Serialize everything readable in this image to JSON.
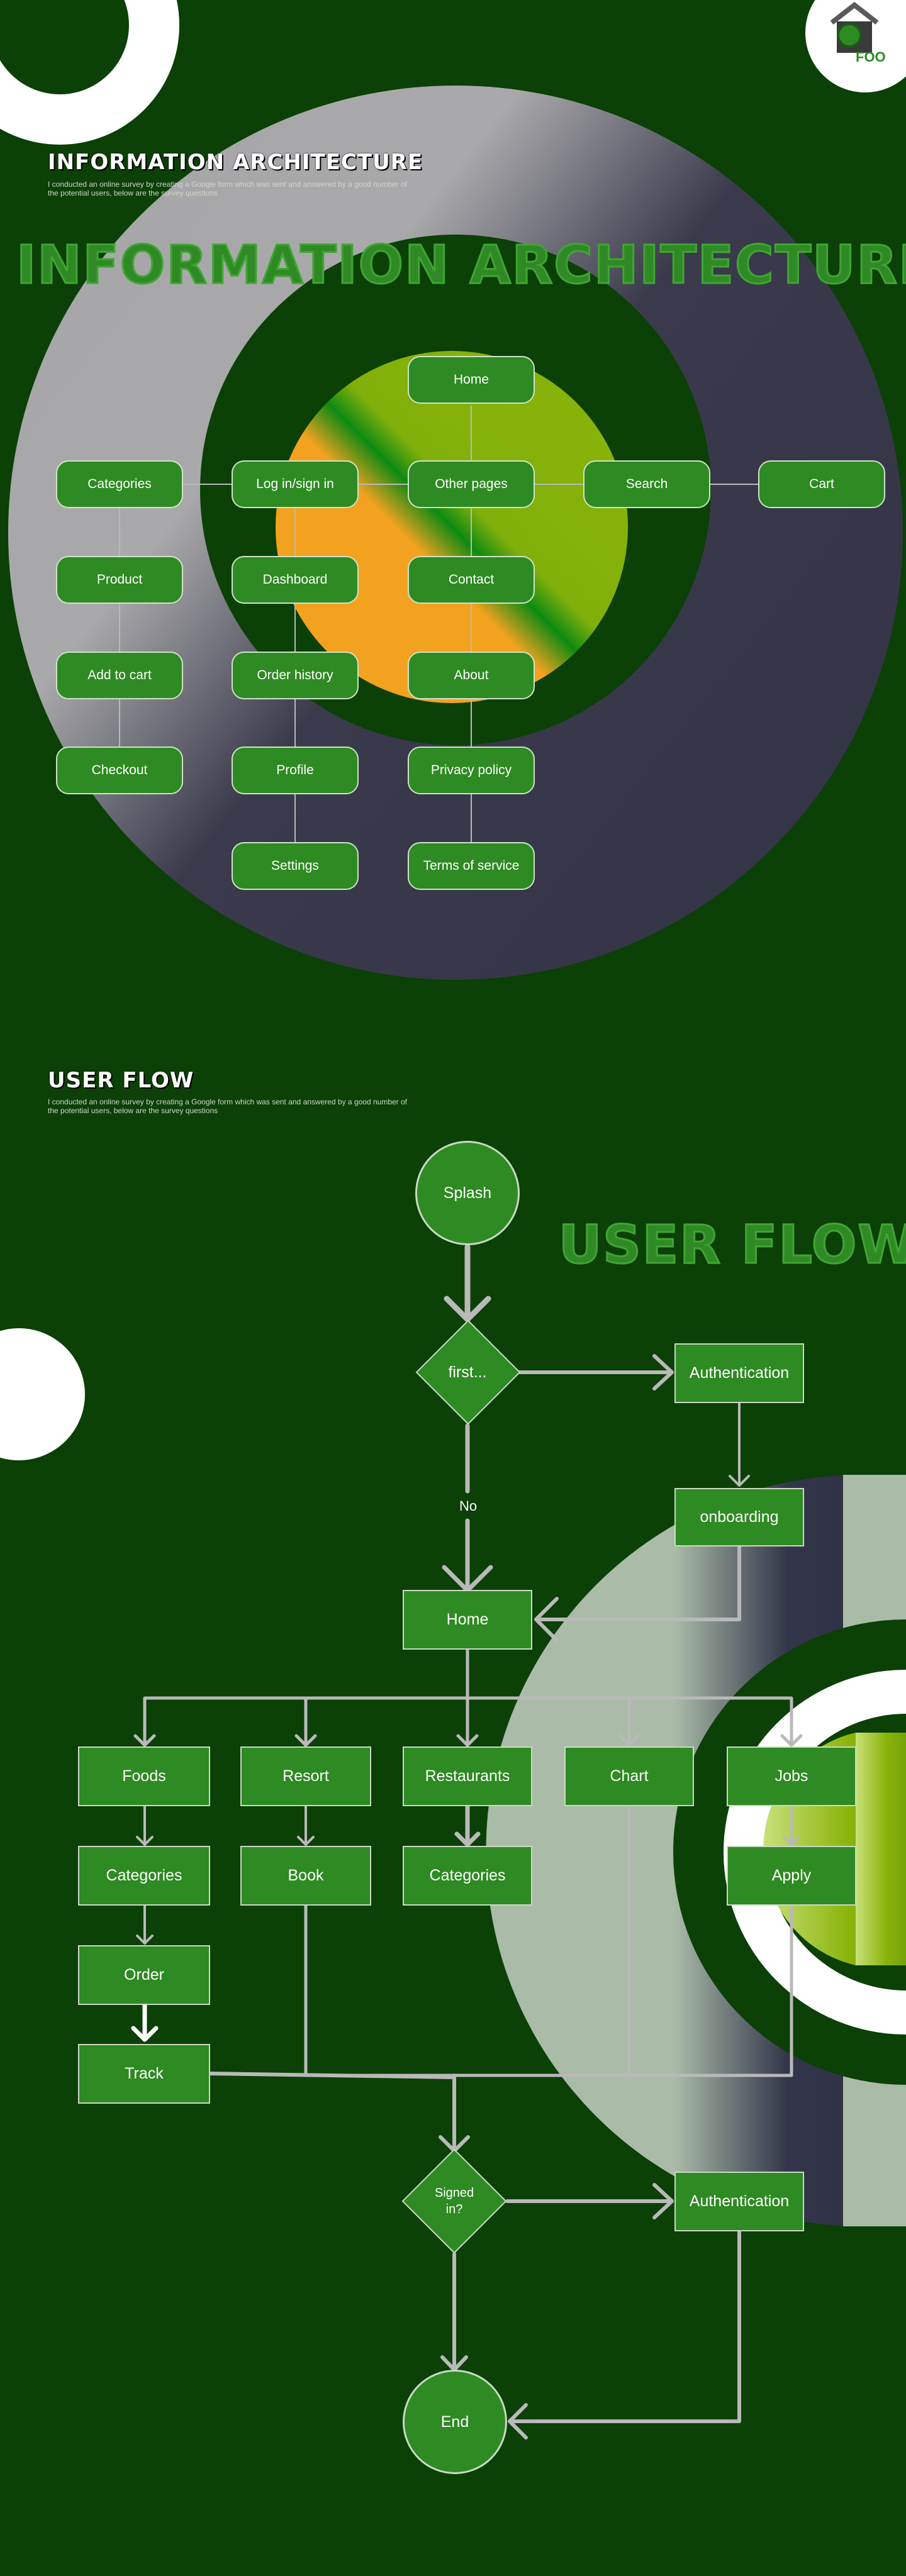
{
  "colors": {
    "background": "#0b4006",
    "node_fill": "#2e8a22",
    "node_border": "#cfe3c9",
    "connector": "#b9b9b9",
    "accent_outline": "#3fa532"
  },
  "logo": {
    "text": "FOO"
  },
  "ia": {
    "title": "INFORMATION ARCHITECTURE",
    "description": "I conducted an online survey by creating a Google form which was sent and answered by a good number of the potential users, below are the survey questions",
    "big_title": "INFORMATION ARCHITECTURE",
    "nodes": {
      "home": "Home",
      "categories": "Categories",
      "login": "Log in/sign in",
      "other_pages": "Other pages",
      "search": "Search",
      "cart": "Cart",
      "product": "Product",
      "dashboard": "Dashboard",
      "contact": "Contact",
      "add_to_cart": "Add to cart",
      "order_history": "Order history",
      "about": "About",
      "checkout": "Checkout",
      "profile": "Profile",
      "privacy": "Privacy policy",
      "settings": "Settings",
      "terms": "Terms of service"
    }
  },
  "userflow": {
    "title": "USER FLOW",
    "description": "I conducted an online survey by creating a Google form which was sent and answered by a good number of the potential users, below are the survey questions",
    "big_title": "USER FLOW",
    "splash": "Splash",
    "first": "first...",
    "no_label": "No",
    "authentication": "Authentication",
    "onboarding": "onboarding",
    "home": "Home",
    "foods": "Foods",
    "resort": "Resort",
    "restaurants": "Restaurants",
    "chart": "Chart",
    "jobs": "Jobs",
    "categories": "Categories",
    "book": "Book",
    "categories2": "Categories",
    "apply": "Apply",
    "order": "Order",
    "track": "Track",
    "signed_in": "Signed in?",
    "authentication2": "Authentication",
    "end": "End"
  }
}
